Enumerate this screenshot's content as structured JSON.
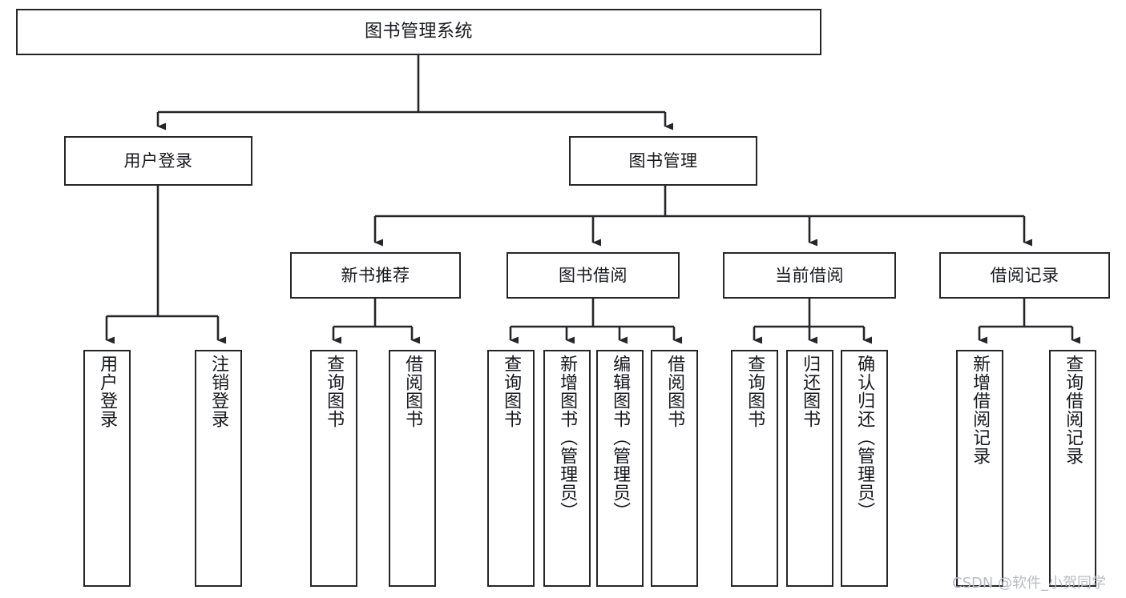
{
  "diagram": {
    "title": "图书管理系统",
    "type": "tree-structure-chart",
    "colors": {
      "box_border": "#26262a",
      "box_fill": "#ffffff",
      "edge": "#26262a",
      "text": "#16181c",
      "watermark": "#b9bcc2",
      "background": "#ffffff"
    },
    "root": {
      "label": "图书管理系统"
    },
    "level2": [
      {
        "label": "用户登录"
      },
      {
        "label": "图书管理"
      }
    ],
    "level3": [
      {
        "label": "新书推荐"
      },
      {
        "label": "图书借阅"
      },
      {
        "label": "当前借阅"
      },
      {
        "label": "借阅记录"
      }
    ],
    "leaves": {
      "user_login": [
        {
          "label": "用户登录"
        },
        {
          "label": "注销登录"
        }
      ],
      "new_book_recommend": [
        {
          "label": "查询图书"
        },
        {
          "label": "借阅图书"
        }
      ],
      "book_borrow": [
        {
          "label": "查询图书"
        },
        {
          "label": "新增图书（管理员）"
        },
        {
          "label": "编辑图书（管理员）"
        },
        {
          "label": "借阅图书"
        }
      ],
      "current_borrow": [
        {
          "label": "查询图书"
        },
        {
          "label": "归还图书"
        },
        {
          "label": "确认归还（管理员）"
        }
      ],
      "borrow_record": [
        {
          "label": "新增借阅记录"
        },
        {
          "label": "查询借阅记录"
        }
      ]
    }
  },
  "watermark": {
    "text": "CSDN @软件_小贺同学"
  }
}
